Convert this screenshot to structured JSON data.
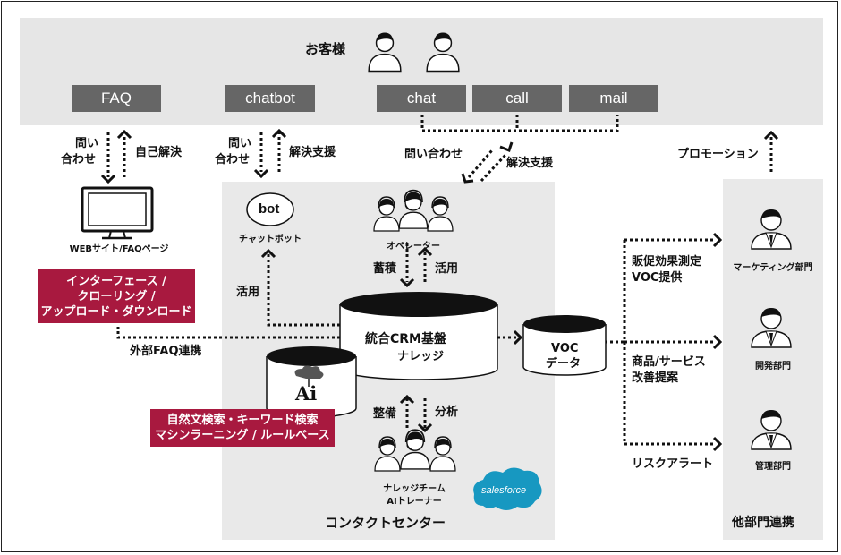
{
  "customer_band": {
    "title": "お客様"
  },
  "channels": {
    "faq": "FAQ",
    "chatbot": "chatbot",
    "chat": "chat",
    "call": "call",
    "mail": "mail"
  },
  "flows": {
    "faq_inquiry": [
      "問い",
      "合わせ"
    ],
    "self_solve": "自己解決",
    "bot_inquiry": [
      "問い",
      "合わせ"
    ],
    "solve_support_bot": "解決支援",
    "chat_inquiry": "問い合わせ",
    "solve_support_center": "解決支援",
    "promotion": "プロモーション"
  },
  "web": {
    "label": "WEBサイト/FAQページ"
  },
  "interface_box": [
    "インターフェース /",
    "クローリング /",
    "アップロード・ダウンロード"
  ],
  "external_faq": "外部FAQ連携",
  "bot": {
    "text": "bot",
    "label": "チャットボット"
  },
  "operator": {
    "label": "オペレーター"
  },
  "store": "蓄積",
  "use_op": "活用",
  "use_bot": "活用",
  "crm": [
    "統合CRM基盤",
    "ナレッジ"
  ],
  "ai": {
    "text": "Ai"
  },
  "search_box": [
    "自然文検索・キーワード検索",
    "マシンラーニング / ルールベース"
  ],
  "maintain": "整備",
  "analyze": "分析",
  "knowledge_team": [
    "ナレッジチーム",
    "AIトレーナー"
  ],
  "salesforce": "salesforce",
  "contact_center": "コンタクトセンター",
  "voc": [
    "VOC",
    "データ"
  ],
  "voc_flows": {
    "marketing": [
      "販促効果測定",
      "VOC提供"
    ],
    "product": [
      "商品/サービス",
      "改善提案"
    ],
    "risk": "リスクアラート"
  },
  "departments": {
    "title": "他部門連携",
    "marketing": "マーケティング部門",
    "dev": "開発部門",
    "admin": "管理部門"
  },
  "colors": {
    "accent": "#a8193f",
    "channel": "#666666",
    "panel": "#e9e9e9",
    "salesforce": "#1798c1"
  }
}
